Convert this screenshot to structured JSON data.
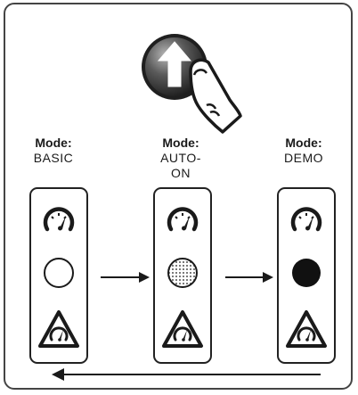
{
  "modes": [
    {
      "mode_label": "Mode:",
      "value_lines": [
        "BASIC"
      ],
      "indicator": "empty-circle-icon"
    },
    {
      "mode_label": "Mode:",
      "value_lines": [
        "AUTO-",
        "ON"
      ],
      "indicator": "dotted-circle-icon"
    },
    {
      "mode_label": "Mode:",
      "value_lines": [
        "DEMO"
      ],
      "indicator": "filled-circle-icon"
    }
  ],
  "icons": {
    "button": "up-arrow-button-icon",
    "finger": "pointing-finger-icon",
    "gauge": "speedometer-icon",
    "warning": "warning-speedometer-icon"
  },
  "colors": {
    "line": "#1a1a1a",
    "button_dark": "#2c2c2c",
    "button_light": "#9a9a9a"
  }
}
